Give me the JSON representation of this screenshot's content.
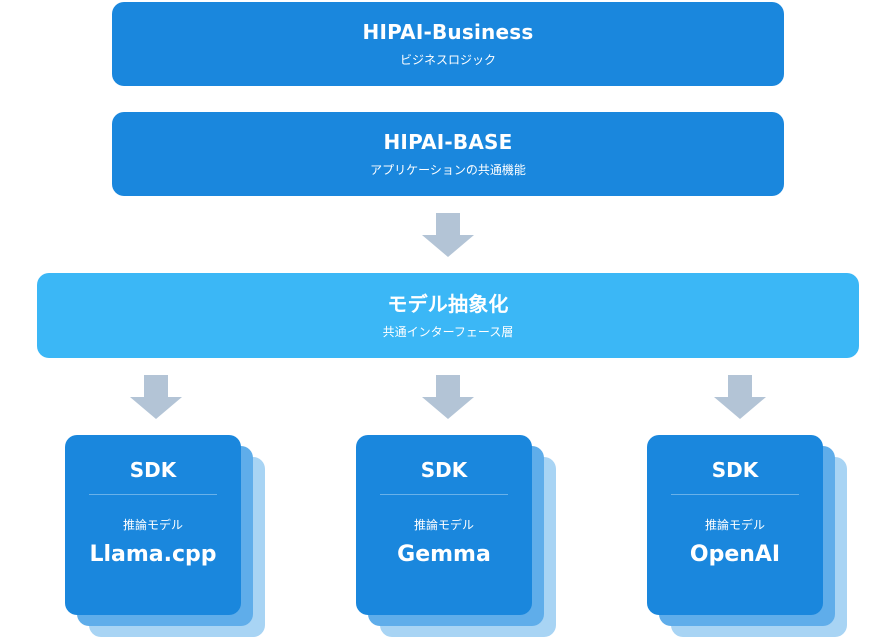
{
  "layers": {
    "business": {
      "title": "HIPAI-Business",
      "subtitle": "ビジネスロジック"
    },
    "base": {
      "title": "HIPAI-BASE",
      "subtitle": "アプリケーションの共通機能"
    },
    "abstraction": {
      "title": "モデル抽象化",
      "subtitle": "共通インターフェース層"
    }
  },
  "sdks": [
    {
      "title": "SDK",
      "subtitle": "推論モデル",
      "model": "Llama.cpp"
    },
    {
      "title": "SDK",
      "subtitle": "推論モデル",
      "model": "Gemma"
    },
    {
      "title": "SDK",
      "subtitle": "推論モデル",
      "model": "OpenAI"
    }
  ],
  "colors": {
    "layer_dark": "#1a87dd",
    "layer_light": "#3bb7f6",
    "arrow": "#b3c4d6",
    "stack_mid": "#5fadea",
    "stack_back": "#a8d4f4"
  }
}
